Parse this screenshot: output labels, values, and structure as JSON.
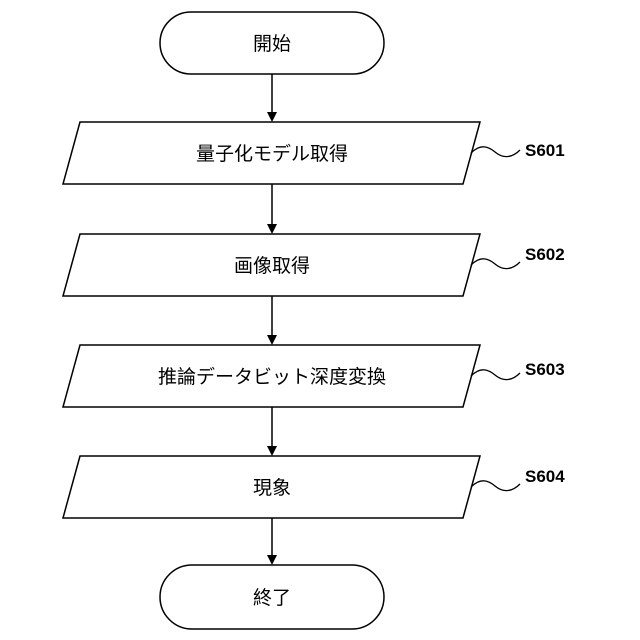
{
  "flowchart": {
    "start": {
      "label": "開始"
    },
    "steps": [
      {
        "label": "量子化モデル取得",
        "id": "S601"
      },
      {
        "label": "画像取得",
        "id": "S602"
      },
      {
        "label": "推論データビット深度変換",
        "id": "S603"
      },
      {
        "label": "現象",
        "id": "S604"
      }
    ],
    "end": {
      "label": "終了"
    }
  }
}
